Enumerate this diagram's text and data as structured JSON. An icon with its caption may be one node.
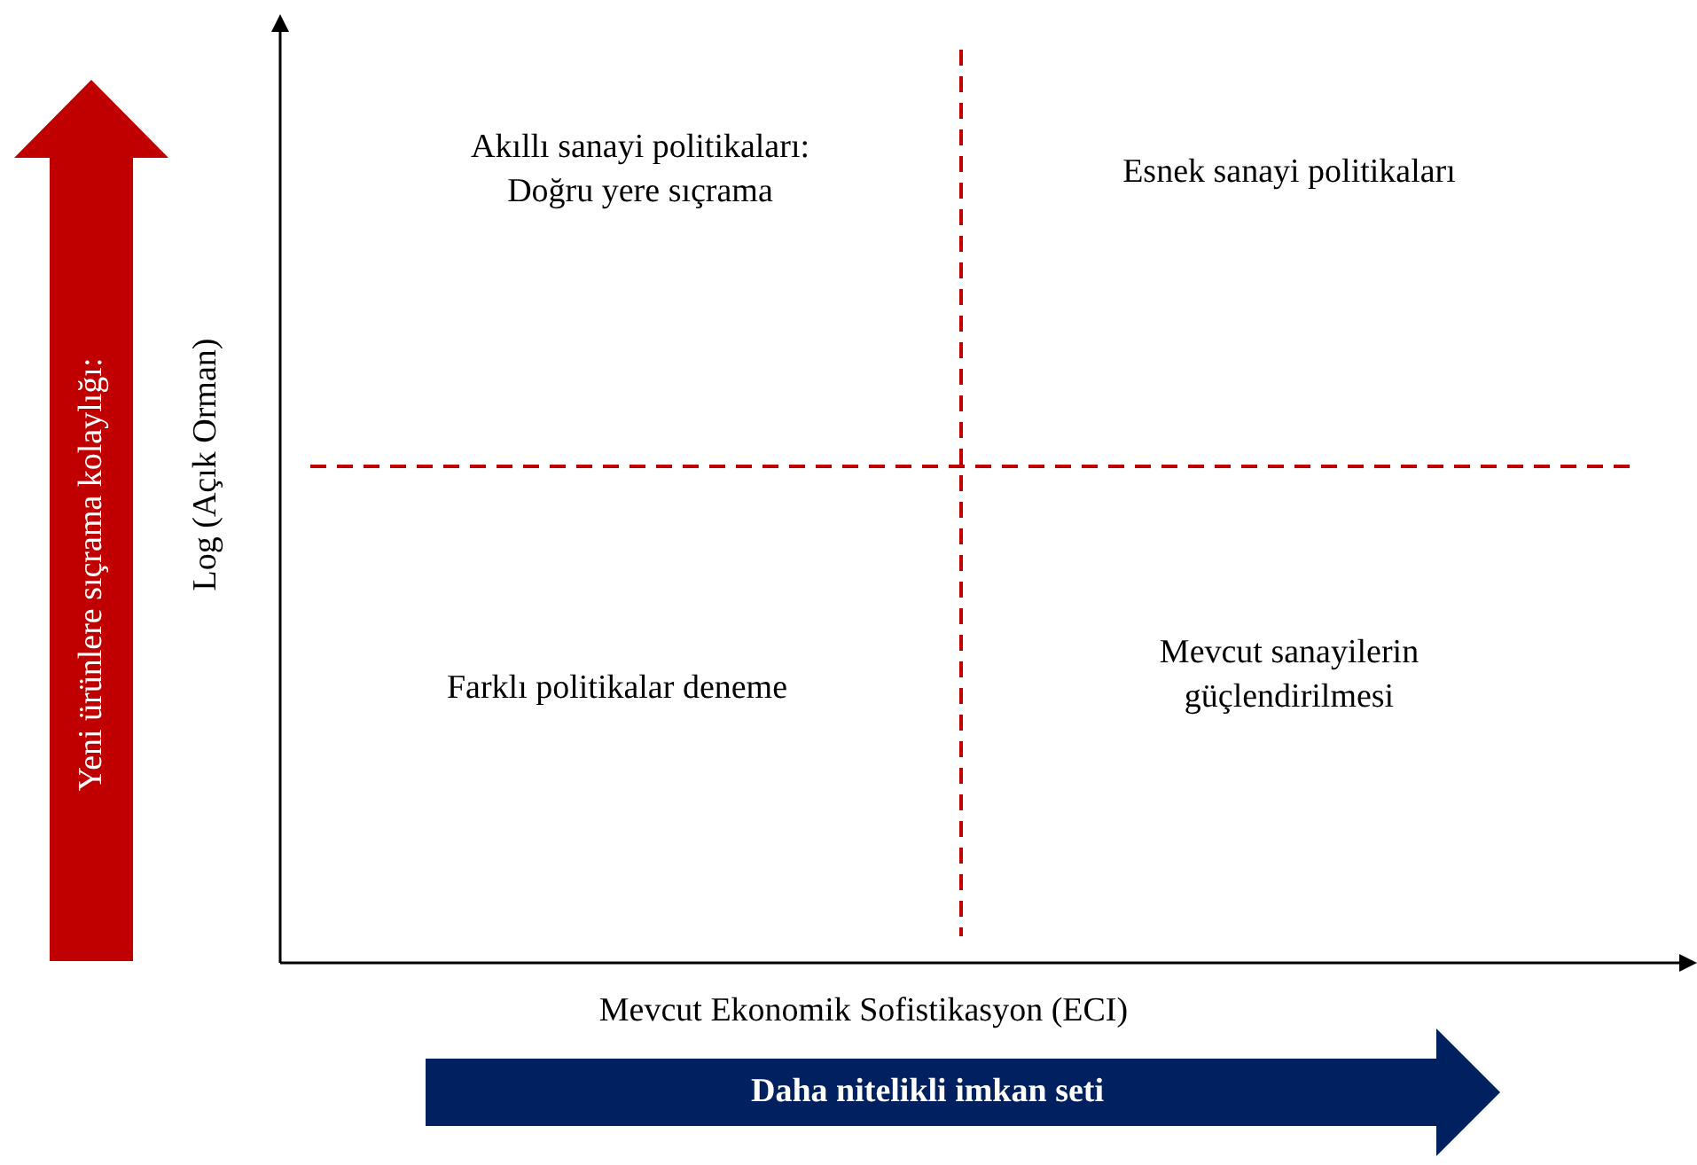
{
  "diagram": {
    "nodes": [
      {
        "text": [
          "Yeni ürünlere sıçrama kolaylığı:"
        ]
      },
      {
        "text": [
          "Daha nitelikli imkan seti"
        ]
      }
    ],
    "labels": [
      "Akıllı sanayi politikaları: Doğru yere sıçrama",
      "Esnek sanayi politikaları",
      "Log (Açık Orman)",
      "Farklı politikalar deneme",
      "Mevcut sanayilerin güçlendirilmesi",
      "Mevcut Ekonomik Sofistikasyon (ECI)"
    ]
  }
}
